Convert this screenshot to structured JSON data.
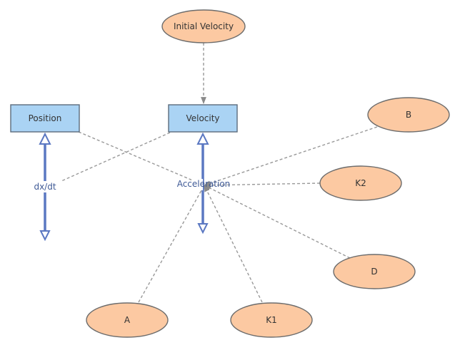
{
  "diagram": {
    "stocks": {
      "position": "Position",
      "velocity": "Velocity"
    },
    "flows": {
      "dx_dt": "dx/dt",
      "acceleration": "Acceleration"
    },
    "variables": {
      "initial_velocity": "Initial Velocity",
      "b": "B",
      "k2": "K2",
      "d": "D",
      "a": "A",
      "k1": "K1"
    },
    "colors": {
      "stock_fill": "#aad3f4",
      "variable_fill": "#fcc9a2",
      "flow_pipe": "#5b78c2",
      "link": "#999999"
    }
  }
}
